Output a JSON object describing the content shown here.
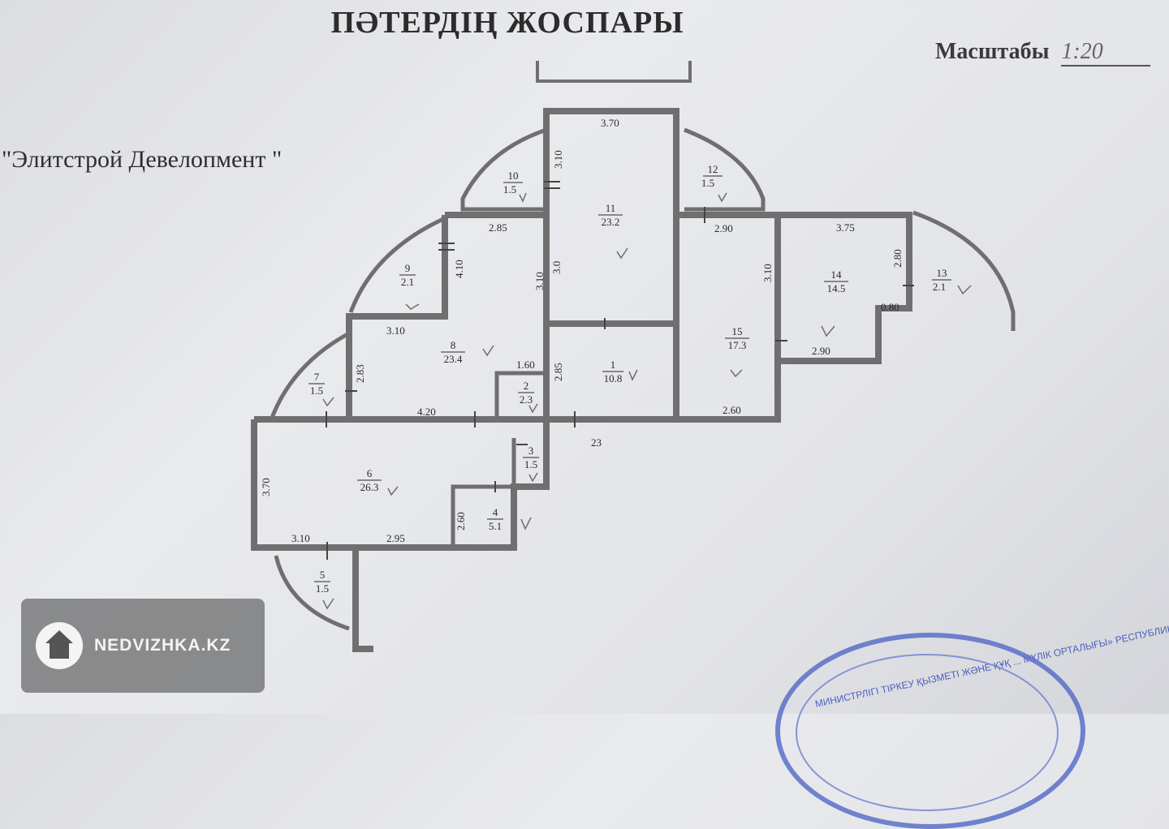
{
  "title": "ПӘТЕРДІҢ ЖОСПАРЫ",
  "scale": {
    "label": "Масштабы",
    "value": "1:20"
  },
  "company": "\"Элитстрой Девелопмент \"",
  "rooms": [
    {
      "num": "1",
      "area": "10.8"
    },
    {
      "num": "2",
      "area": "2.3"
    },
    {
      "num": "3",
      "area": "1.5"
    },
    {
      "num": "4",
      "area": "5.1"
    },
    {
      "num": "5",
      "area": "1.5"
    },
    {
      "num": "6",
      "area": "26.3"
    },
    {
      "num": "7",
      "area": "1.5"
    },
    {
      "num": "8",
      "area": "23.4"
    },
    {
      "num": "9",
      "area": "2.1"
    },
    {
      "num": "10",
      "area": "1.5"
    },
    {
      "num": "11",
      "area": "23.2"
    },
    {
      "num": "12",
      "area": "1.5"
    },
    {
      "num": "13",
      "area": "2.1"
    },
    {
      "num": "14",
      "area": "14.5"
    },
    {
      "num": "15",
      "area": "17.3"
    }
  ],
  "dimensions": [
    "3.70",
    "3.10",
    "2.85",
    "4.10",
    "3.10",
    "3.0",
    "2.90",
    "3.75",
    "2.80",
    "3.10",
    "0.80",
    "2.90",
    "3.10",
    "2.83",
    "1.60",
    "2.85",
    "4.20",
    "2.60",
    "3.70",
    "2.60",
    "3.10",
    "2.95"
  ],
  "marker": "23",
  "watermark": "NEDVIZHKA.KZ",
  "stamp_text": "МИНИСТРЛІГІ ТІРКЕУ ҚЫЗМЕТІ ЖӘНЕ ҚҰҚ ... МҮЛІК ОРТАЛЫҒЫ» РЕСПУБЛИКАЛЫҚ"
}
